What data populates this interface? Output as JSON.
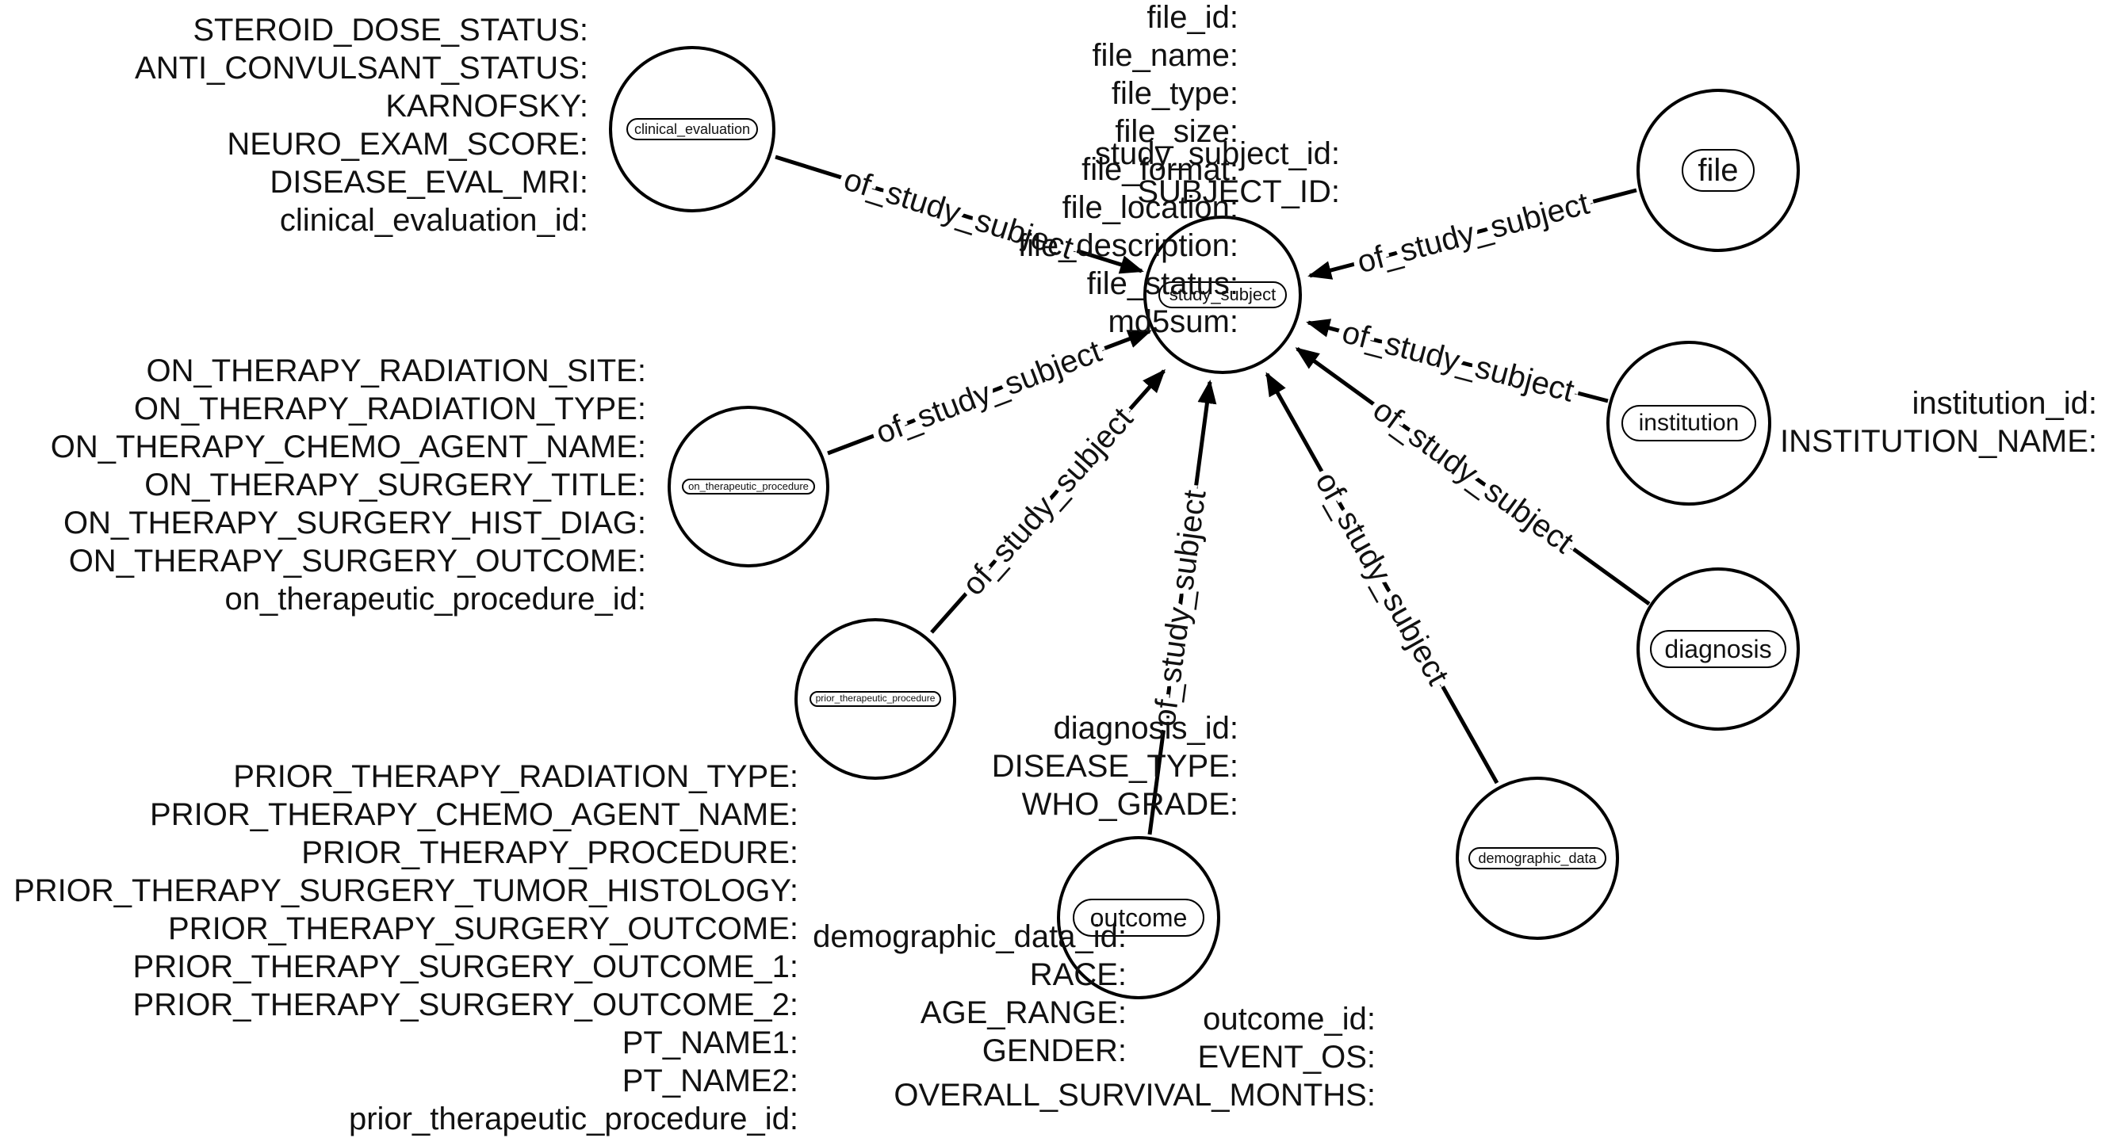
{
  "center": {
    "label": "study_subject",
    "properties": [
      "study_subject_id",
      "SUBJECT_ID"
    ]
  },
  "edge_label": "of_study_subject",
  "nodes": {
    "clinical_evaluation": {
      "label": "clinical_evaluation",
      "properties": [
        "STEROID_DOSE_STATUS",
        "ANTI_CONVULSANT_STATUS",
        "KARNOFSKY",
        "NEURO_EXAM_SCORE",
        "DISEASE_EVAL_MRI",
        "clinical_evaluation_id"
      ]
    },
    "file": {
      "label": "file",
      "properties": [
        "file_id",
        "file_name",
        "file_type",
        "file_size",
        "file_format",
        "file_location",
        "file_description",
        "file_status",
        "md5sum"
      ]
    },
    "on_therapeutic_procedure": {
      "label": "on_therapeutic_procedure",
      "properties": [
        "ON_THERAPY_RADIATION_SITE",
        "ON_THERAPY_RADIATION_TYPE",
        "ON_THERAPY_CHEMO_AGENT_NAME",
        "ON_THERAPY_SURGERY_TITLE",
        "ON_THERAPY_SURGERY_HIST_DIAG",
        "ON_THERAPY_SURGERY_OUTCOME",
        "on_therapeutic_procedure_id"
      ]
    },
    "institution": {
      "label": "institution",
      "properties": [
        "institution_id",
        "INSTITUTION_NAME"
      ]
    },
    "prior_therapeutic_procedure": {
      "label": "prior_therapeutic_procedure",
      "properties": [
        "PRIOR_THERAPY_RADIATION_TYPE",
        "PRIOR_THERAPY_CHEMO_AGENT_NAME",
        "PRIOR_THERAPY_PROCEDURE",
        "PRIOR_THERAPY_SURGERY_TUMOR_HISTOLOGY",
        "PRIOR_THERAPY_SURGERY_OUTCOME",
        "PRIOR_THERAPY_SURGERY_OUTCOME_1",
        "PRIOR_THERAPY_SURGERY_OUTCOME_2",
        "PT_NAME1",
        "PT_NAME2",
        "prior_therapeutic_procedure_id"
      ]
    },
    "diagnosis": {
      "label": "diagnosis",
      "properties": [
        "diagnosis_id",
        "DISEASE_TYPE",
        "WHO_GRADE"
      ]
    },
    "outcome": {
      "label": "outcome",
      "properties": [
        "outcome_id",
        "EVENT_OS",
        "OVERALL_SURVIVAL_MONTHS"
      ]
    },
    "demographic_data": {
      "label": "demographic_data",
      "properties": [
        "demographic_data_id",
        "RACE",
        "AGE_RANGE",
        "GENDER"
      ]
    }
  }
}
